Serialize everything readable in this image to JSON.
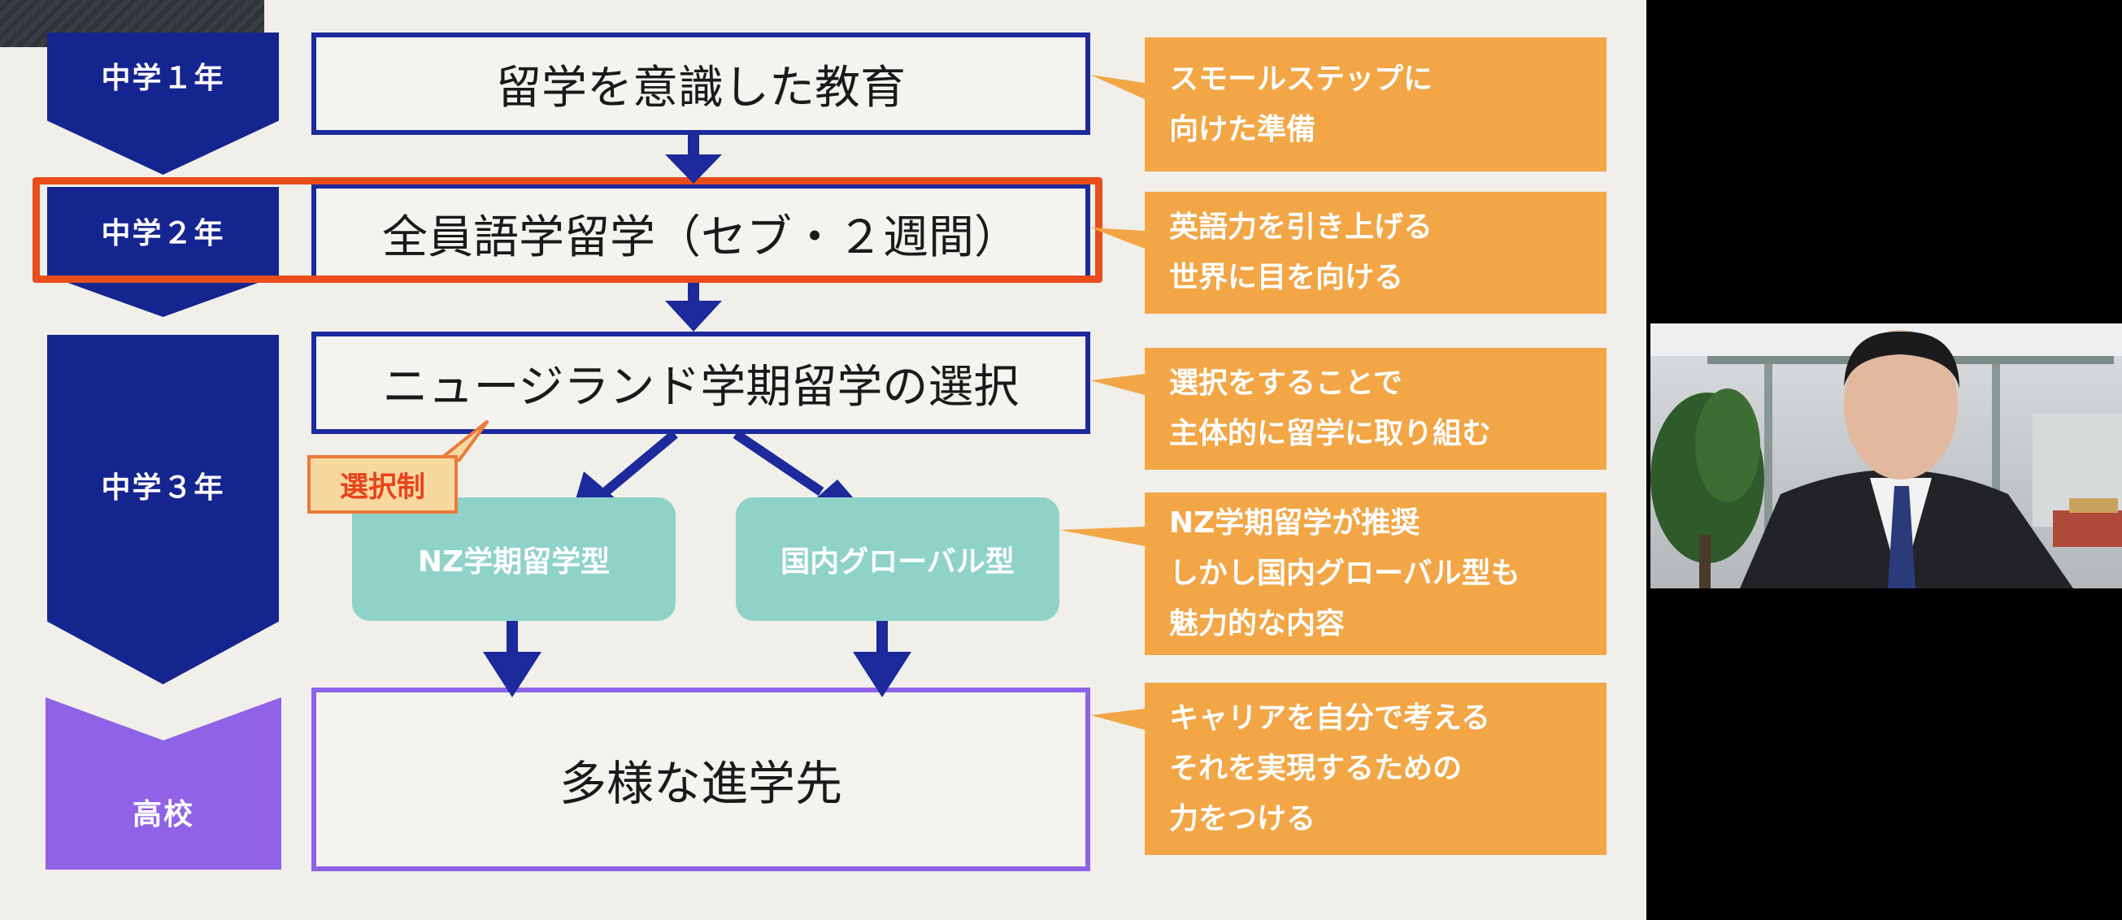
{
  "slide": {
    "grades": {
      "g1": "中学１年",
      "g2": "中学２年",
      "g3": "中学３年",
      "hs": "高校"
    },
    "steps": {
      "s1": "留学を意識した教育",
      "s2": "全員語学留学（セブ・２週間）",
      "s3": "ニュージランド学期留学の選択",
      "s4": "多様な進学先"
    },
    "tag": "選択制",
    "options": {
      "o1": "NZ学期留学型",
      "o2": "国内グローバル型"
    },
    "notes": {
      "n1": [
        "スモールステップに",
        "向けた準備"
      ],
      "n2": [
        "英語力を引き上げる",
        "世界に目を向ける"
      ],
      "n3": [
        "選択をすることで",
        "主体的に留学に取り組む"
      ],
      "n4": [
        "NZ学期留学が推奨",
        "しかし国内グローバル型も",
        "魅力的な内容"
      ],
      "n5": [
        "キャリアを自分で考える",
        "それを実現するための",
        "力をつける"
      ]
    }
  },
  "colors": {
    "navy": "#15258f",
    "purple": "#9063e6",
    "orange": "#f2a646",
    "highlight": "#e94d1c",
    "teal": "#8fd3c8"
  }
}
